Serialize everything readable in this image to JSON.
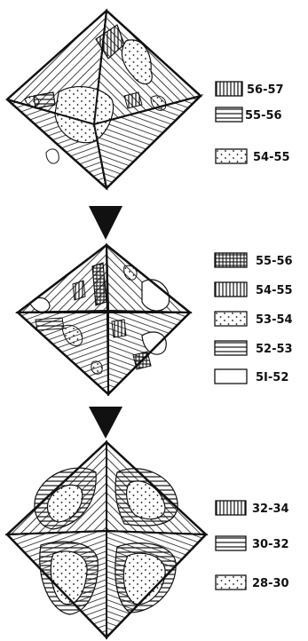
{
  "figure": {
    "stage1": {
      "legend": [
        {
          "pattern": "vertical",
          "label": "56-57"
        },
        {
          "pattern": "horizontal",
          "label": "55-56"
        },
        {
          "pattern": "dots",
          "label": "54-55"
        }
      ]
    },
    "stage2": {
      "legend": [
        {
          "pattern": "grid",
          "label": "55-56"
        },
        {
          "pattern": "vertical",
          "label": "54-55"
        },
        {
          "pattern": "dots",
          "label": "53-54"
        },
        {
          "pattern": "horizontal",
          "label": "52-53"
        },
        {
          "pattern": "blank",
          "label": "5I-52"
        }
      ]
    },
    "stage3": {
      "legend": [
        {
          "pattern": "vertical",
          "label": "32-34"
        },
        {
          "pattern": "horizontal",
          "label": "30-32"
        },
        {
          "pattern": "dots",
          "label": "28-30"
        }
      ]
    }
  },
  "colors": {
    "ink": "#111111",
    "paper": "#ffffff"
  }
}
